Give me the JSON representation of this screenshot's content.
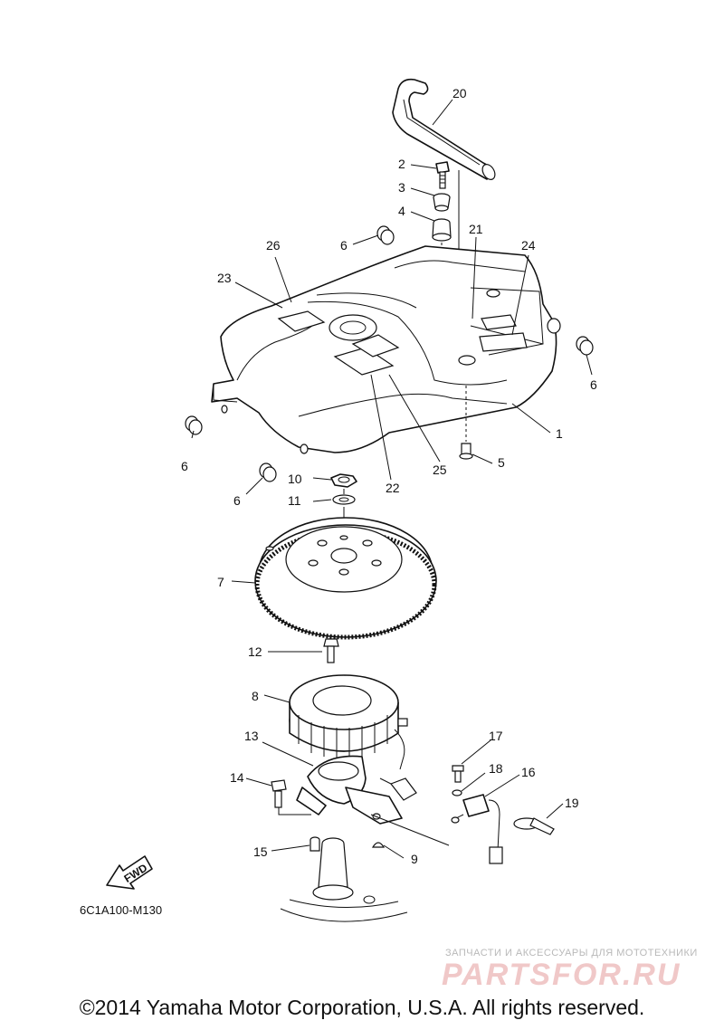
{
  "callouts": [
    {
      "num": "1"
    },
    {
      "num": "2"
    },
    {
      "num": "3"
    },
    {
      "num": "4"
    },
    {
      "num": "5"
    },
    {
      "num": "6"
    },
    {
      "num": "6"
    },
    {
      "num": "6"
    },
    {
      "num": "6"
    },
    {
      "num": "7"
    },
    {
      "num": "8"
    },
    {
      "num": "9"
    },
    {
      "num": "10"
    },
    {
      "num": "11"
    },
    {
      "num": "12"
    },
    {
      "num": "13"
    },
    {
      "num": "14"
    },
    {
      "num": "15"
    },
    {
      "num": "16"
    },
    {
      "num": "17"
    },
    {
      "num": "18"
    },
    {
      "num": "19"
    },
    {
      "num": "20"
    },
    {
      "num": "21"
    },
    {
      "num": "22"
    },
    {
      "num": "23"
    },
    {
      "num": "24"
    },
    {
      "num": "25"
    },
    {
      "num": "26"
    }
  ],
  "direction_label": "FWD",
  "diagram_code": "6C1A100-M130",
  "watermark": {
    "tagline": "ЗАПЧАСТИ И АКСЕССУАРЫ ДЛЯ МОТОТЕХНИКИ",
    "site": "PARTSFOR.RU"
  },
  "copyright": "©2014 Yamaha Motor Corporation, U.S.A. All rights reserved."
}
